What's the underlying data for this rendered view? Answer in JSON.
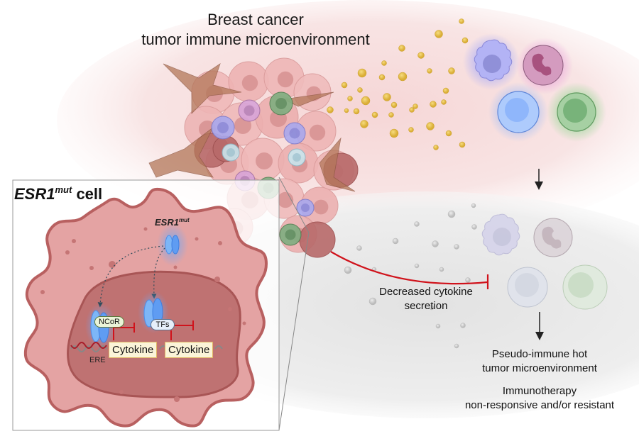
{
  "figure": {
    "title_line1": "Breast cancer",
    "title_line2": "tumor immune microenvironment",
    "inset": {
      "title_gene": "ESR1",
      "title_sup": "mut",
      "title_suffix": " cell",
      "protein_label_gene": "ESR1",
      "protein_label_sup": "mut",
      "cofactor_left": "NCoR",
      "cofactor_right": "TFs",
      "gene_box_left": "Cytokine",
      "gene_box_right": "Cytokine",
      "dna_element": "ERE"
    },
    "inhibition_label_line1": "Decreased cytokine",
    "inhibition_label_line2": "secretion",
    "outcome_line1": "Pseudo-immune hot",
    "outcome_line2": "tumor microenvironment",
    "therapy_line1": "Immunotherapy",
    "therapy_line2": "non-responsive and/or resistant"
  },
  "colors": {
    "inhibit_red": "#d0121b",
    "cell_outer": "#e4a3a3",
    "cell_border": "#b86060",
    "nucleus": "#bf7272",
    "cytokine_dot": "#e8c24a",
    "esr_blue": "#6fa8f5",
    "macrophage": "#a9a8ee",
    "neutrophil": "#c98ab0",
    "t_cell_blue": "#9cc0fb",
    "t_cell_green": "#7fbf80"
  },
  "immune_cells": [
    {
      "type": "macrophage",
      "state": "active"
    },
    {
      "type": "neutrophil",
      "state": "active"
    },
    {
      "type": "lymphocyte-blue",
      "state": "active"
    },
    {
      "type": "lymphocyte-green",
      "state": "active"
    },
    {
      "type": "macrophage",
      "state": "inactive"
    },
    {
      "type": "neutrophil",
      "state": "inactive"
    },
    {
      "type": "lymphocyte-blue",
      "state": "inactive"
    },
    {
      "type": "lymphocyte-green",
      "state": "inactive"
    }
  ]
}
